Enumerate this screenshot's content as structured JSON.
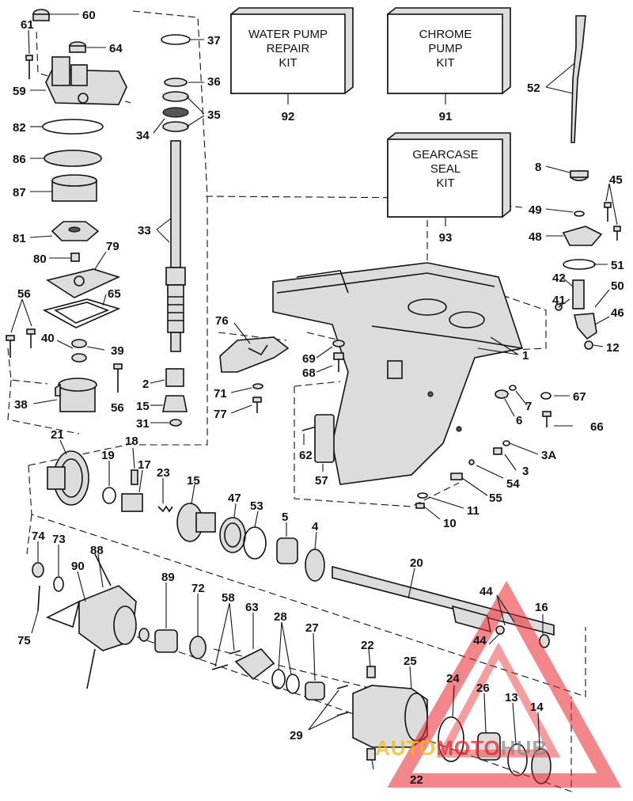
{
  "kits": {
    "water_pump": {
      "line1": "WATER PUMP",
      "line2": "REPAIR",
      "line3": "KIT",
      "ref": "92"
    },
    "chrome_pump": {
      "line1": "CHROME",
      "line2": "PUMP",
      "line3": "KIT",
      "ref": "91"
    },
    "gearcase_seal": {
      "line1": "GEARCASE",
      "line2": "SEAL",
      "line3": "KIT",
      "ref": "93"
    }
  },
  "callouts": {
    "c60": "60",
    "c61": "61",
    "c64": "64",
    "c59": "59",
    "c82": "82",
    "c86": "86",
    "c87": "87",
    "c81": "81",
    "c80": "80",
    "c79": "79",
    "c65": "65",
    "c56a": "56",
    "c40": "40",
    "c39": "39",
    "c38": "38",
    "c56b": "56",
    "c37": "37",
    "c36": "36",
    "c35": "35",
    "c34": "34",
    "c33": "33",
    "c2": "2",
    "c15a": "15",
    "c31": "31",
    "c52": "52",
    "c8": "8",
    "c45": "45",
    "c49": "49",
    "c48": "48",
    "c51": "51",
    "c42": "42",
    "c50": "50",
    "c41": "41",
    "c46": "46",
    "c12": "12",
    "c76": "76",
    "c69": "69",
    "c68": "68",
    "c71": "71",
    "c77": "77",
    "c1": "1",
    "c67": "67",
    "c7": "7",
    "c6": "6",
    "c66": "66",
    "c62": "62",
    "c57": "57",
    "c3A": "3A",
    "c3": "3",
    "c54": "54",
    "c55": "55",
    "c11": "11",
    "c10": "10",
    "c21": "21",
    "c18": "18",
    "c19": "19",
    "c17": "17",
    "c23": "23",
    "c15b": "15",
    "c47": "47",
    "c53": "53",
    "c5": "5",
    "c4": "4",
    "c74": "74",
    "c73": "73",
    "c88": "88",
    "c90": "90",
    "c75": "75",
    "c89": "89",
    "c72": "72",
    "c58": "58",
    "c63": "63",
    "c28": "28",
    "c27": "27",
    "c20": "20",
    "c44a": "44",
    "c16": "16",
    "c44b": "44",
    "c22a": "22",
    "c25": "25",
    "c24": "24",
    "c26": "26",
    "c13": "13",
    "c14": "14",
    "c29": "29",
    "c22b": "22"
  },
  "watermark": {
    "text": "AUTOMOTOHUB",
    "color_red": "#e8232a",
    "color_yellow": "#f2b51a",
    "color_gray": "#8a8a8a"
  }
}
